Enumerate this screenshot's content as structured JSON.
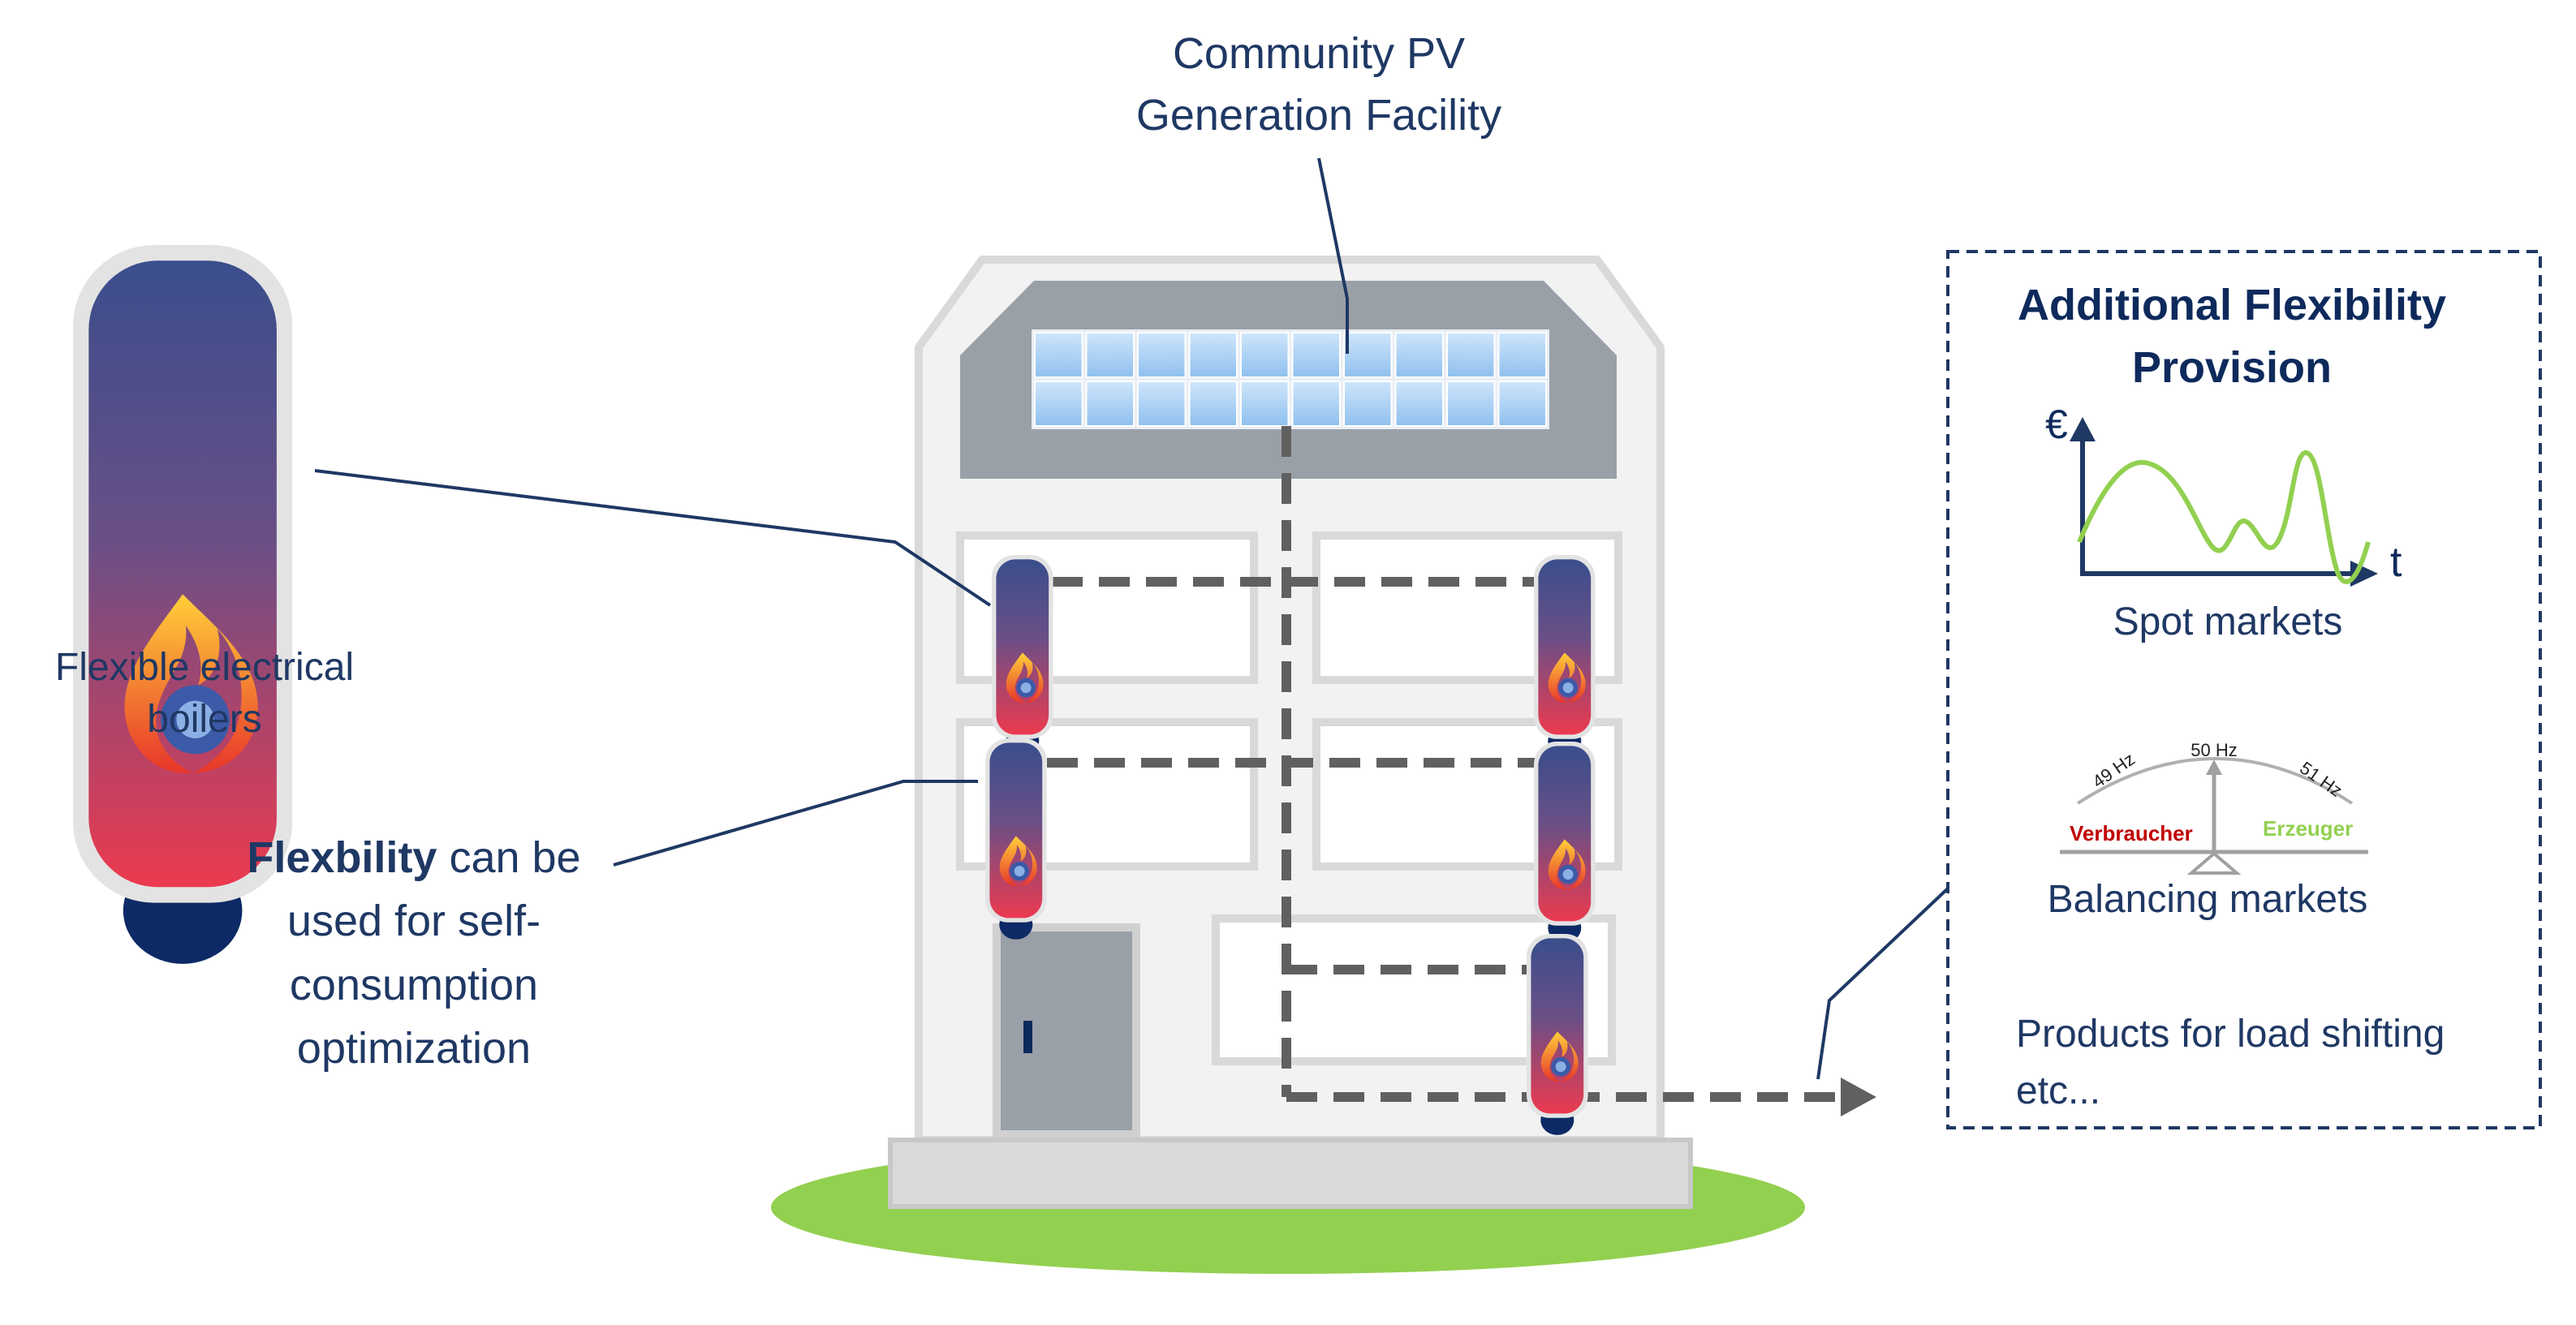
{
  "labels": {
    "pv_line1": "Community PV",
    "pv_line2": "Generation Facility",
    "boilers_line1": "Flexible electrical",
    "boilers_line2": "boilers",
    "flex_bold": "Flexbility",
    "flex_rest1": " can be",
    "flex_line2": "used for self-",
    "flex_line3": "consumption",
    "flex_line4": "optimization"
  },
  "panel": {
    "title_line1": "Additional Flexibility",
    "title_line2": "Provision",
    "spot": {
      "y_axis_symbol": "€",
      "x_axis_symbol": "t",
      "caption": "Spot markets"
    },
    "balancing": {
      "hz_left": "49 Hz",
      "hz_center": "50 Hz",
      "hz_right": "51 Hz",
      "consumer": "Verbraucher",
      "producer": "Erzeuger",
      "caption": "Balancing markets"
    },
    "products_line1": "Products for load shifting",
    "products_line2": "etc..."
  },
  "colors": {
    "text_blue": "#1f3864",
    "building_outline": "#d9d9d9",
    "building_fill": "#f2f2f2",
    "roof_gray": "#9aa0a8",
    "pipe_gray": "#606060",
    "grass": "#92d050",
    "spot_curve": "#92d050",
    "consumer_red": "#c00000",
    "producer_green": "#92d050",
    "boiler_top": "#3b4f8c",
    "boiler_bottom": "#e8384f"
  }
}
